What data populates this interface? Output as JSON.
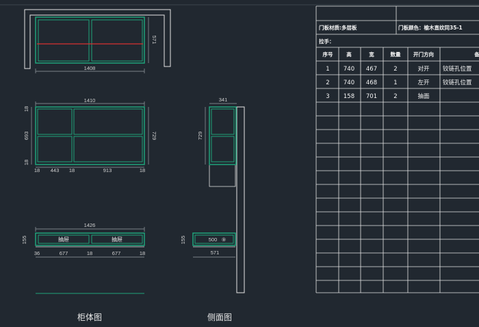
{
  "colors": {
    "background": "#212830",
    "outline": "#e6e6e6",
    "panel": "#1fa37a",
    "accent": "#d83030",
    "dimension": "#9aa0a6"
  },
  "view_front": {
    "top_width": "1408",
    "top_height": "571",
    "mid_total_width": "1410",
    "mid_height": "729",
    "mid_inner_height": "693",
    "mid_top_offset": "18",
    "mid_bottom_offset": "18",
    "mid_bottom_dims": [
      "18",
      "443",
      "18",
      "913",
      "18"
    ],
    "drawer_total_width": "1426",
    "drawer_height": "155",
    "drawer_labels": [
      "抽屉",
      "抽屉"
    ],
    "drawer_bottom_dims": [
      "36",
      "677",
      "18",
      "677",
      "18"
    ],
    "caption": "柜体图"
  },
  "view_side": {
    "top_depth": "341",
    "cab_height": "729",
    "drawer_height": "155",
    "drawer_inner": "500",
    "drawer_symbol": "⑨",
    "drawer_depth": "571",
    "caption": "侧面图"
  },
  "table": {
    "material_label": "门板材质:多层板",
    "color_label": "门板颜色：榆木直纹同35-1",
    "handle_label": "拉手：",
    "headers": [
      "序号",
      "高",
      "宽",
      "数量",
      "开门方向",
      "备"
    ],
    "rows": [
      [
        "1",
        "740",
        "467",
        "2",
        "对开",
        "铰链孔位置"
      ],
      [
        "2",
        "740",
        "468",
        "1",
        "左开",
        "铰链孔位置"
      ],
      [
        "3",
        "158",
        "701",
        "2",
        "抽面",
        ""
      ]
    ]
  }
}
